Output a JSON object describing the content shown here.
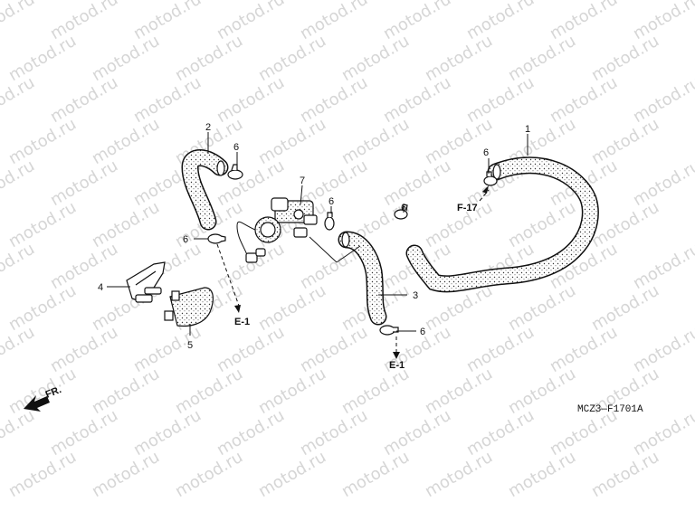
{
  "watermark": "motod.ru",
  "parts": {
    "p1": "1",
    "p2": "2",
    "p3": "3",
    "p4": "4",
    "p5": "5",
    "p6": "6",
    "p7": "7"
  },
  "refs": {
    "e1": "E-1",
    "f17": "F-17",
    "fr": "FR."
  },
  "diagram_code": "MCZ3—F1701A",
  "colors": {
    "ink": "#111111",
    "watermark": "#d6d6d6",
    "background": "#ffffff"
  }
}
